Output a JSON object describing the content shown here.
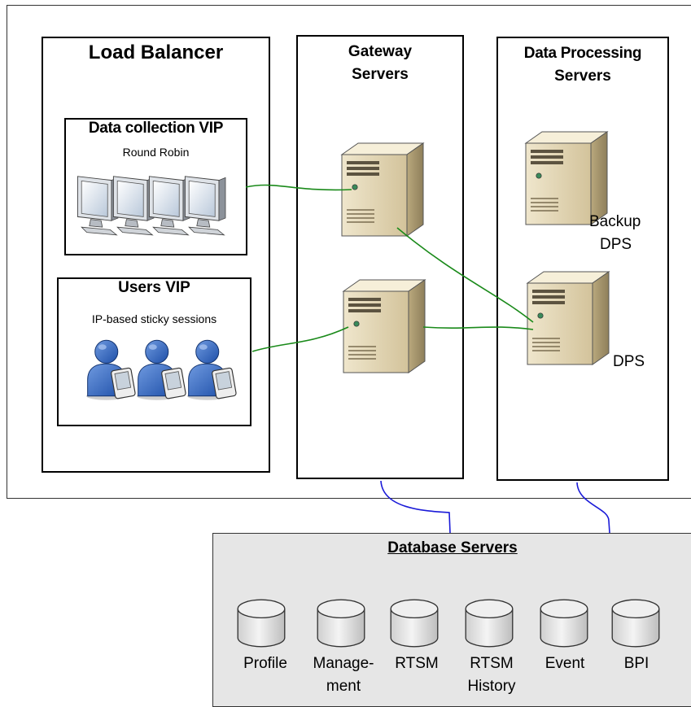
{
  "load_balancer": {
    "title": "Load Balancer",
    "data_vip": {
      "title": "Data collection VIP",
      "subtitle": "Round Robin",
      "icon": "monitor-icon"
    },
    "users_vip": {
      "title": "Users VIP",
      "subtitle": "IP-based sticky sessions",
      "icon": "user-with-device-icon"
    }
  },
  "gateway": {
    "title_line1": "Gateway",
    "title_line2": "Servers",
    "icon": "server-tower-icon"
  },
  "dps": {
    "title_line1": "Data Processing",
    "title_line2": "Servers",
    "backup_line1": "Backup",
    "backup_line2": "DPS",
    "primary_label": "DPS"
  },
  "database": {
    "title": "Database Servers",
    "items": [
      {
        "line1": "Profile",
        "line2": ""
      },
      {
        "line1": "Manage-",
        "line2": "ment"
      },
      {
        "line1": "RTSM",
        "line2": ""
      },
      {
        "line1": "RTSM",
        "line2": "History"
      },
      {
        "line1": "Event",
        "line2": ""
      },
      {
        "line1": "BPI",
        "line2": ""
      }
    ]
  },
  "colors": {
    "connector_green": "#1a8a1a",
    "connector_blue": "#1a1ad8",
    "db_panel": "#e6e6e6",
    "server_tan": "#dccfae"
  }
}
